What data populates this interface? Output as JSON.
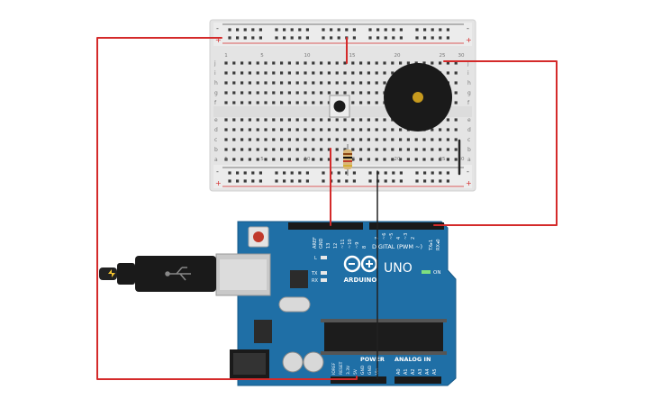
{
  "breadboard": {
    "row_letters_top": [
      "j",
      "i",
      "h",
      "g",
      "f"
    ],
    "row_letters_bottom": [
      "e",
      "d",
      "c",
      "b",
      "a"
    ],
    "col_numbers": [
      "1",
      "5",
      "10",
      "15",
      "20",
      "25",
      "30"
    ],
    "rail_minus": "-",
    "rail_plus": "+"
  },
  "arduino": {
    "brand": "ARDUINO",
    "model": "UNO",
    "digital_header": "DIGITAL (PWM ~)",
    "power_header": "POWER",
    "analog_header": "ANALOG IN",
    "on_label": "ON",
    "led_l": "L",
    "led_tx": "TX",
    "led_rx": "RX",
    "digital_pins": [
      "AREF",
      "GND",
      "13",
      "12",
      "~11",
      "~10",
      "~9",
      "8",
      "7",
      "~6",
      "~5",
      "4",
      "~3",
      "2",
      "TX▸1",
      "RX◂0"
    ],
    "power_pins": [
      "IOREF",
      "RESET",
      "3.3V",
      "5V",
      "GND",
      "GND",
      "Vin"
    ],
    "analog_pins": [
      "A0",
      "A1",
      "A2",
      "A3",
      "A4",
      "A5"
    ]
  },
  "colors": {
    "wire_red": "#d42a2a",
    "wire_black": "#222222",
    "board_blue": "#1f6fa6",
    "breadboard": "#e6e6e6",
    "buzzer": "#111111",
    "buzzer_center": "#c79a1e"
  }
}
